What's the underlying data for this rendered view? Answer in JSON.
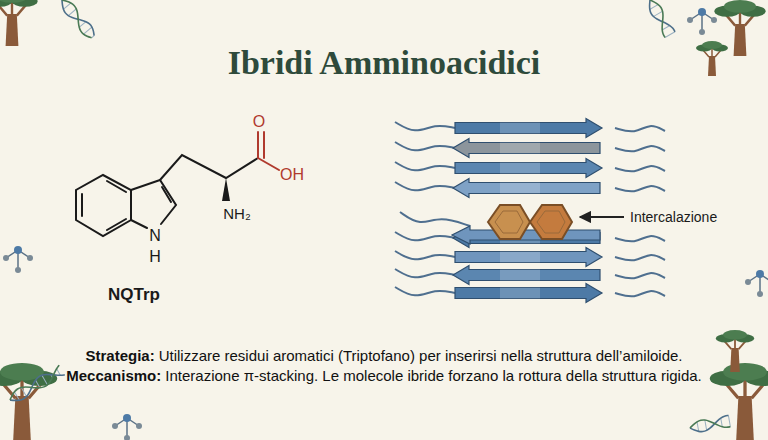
{
  "diagram": {
    "title": "Ibridi Amminoacidici",
    "labels": [
      "O",
      "OH",
      "NH₂",
      "N",
      "H",
      "NQTrp",
      "Intercalazione",
      "Strategia:",
      "Utilizzare residui aromatici (Triptofano) per inserirsi nella struttura dell’amiloide.",
      "Meccanismo:",
      "Interazione π-stacking. Le molecole ibride forzano la rottura della struttura rigida."
    ]
  }
}
